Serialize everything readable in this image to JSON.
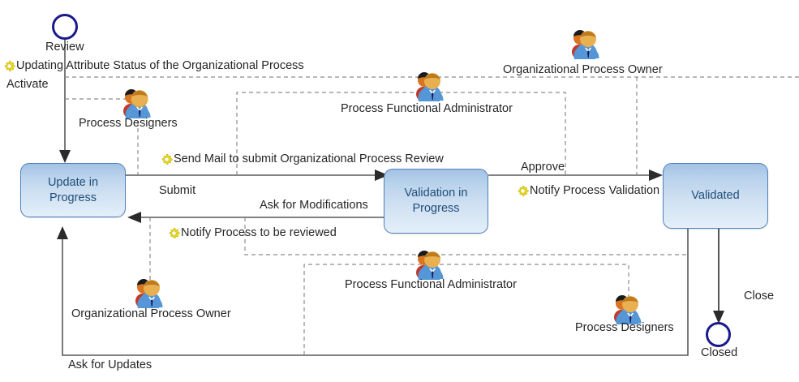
{
  "diagram": {
    "title": "Organizational Process Review State Diagram",
    "type": "uml-state-machine",
    "colors": {
      "state_fill_top": "#a3c2e4",
      "state_fill_bottom": "#e4eff9",
      "state_border": "#4f81bd",
      "state_text": "#1f4e79",
      "pseudostate_border": "#1a1a8c",
      "edge_line": "#595959",
      "dashed_line": "#808080",
      "gear": "#e8d81a",
      "label_text": "#262626"
    }
  },
  "states": [
    {
      "id": "update-in-progress",
      "label": "Update in\nProgress"
    },
    {
      "id": "validation-in-progress",
      "label": "Validation in\nProgress"
    },
    {
      "id": "validated",
      "label": "Validated"
    }
  ],
  "pseudostates": [
    {
      "id": "review",
      "label": "Review"
    },
    {
      "id": "closed",
      "label": "Closed"
    }
  ],
  "transitions": [
    {
      "id": "activate",
      "label": "Activate",
      "from": "review",
      "to": "update-in-progress"
    },
    {
      "id": "submit",
      "label": "Submit",
      "from": "update-in-progress",
      "to": "validation-in-progress"
    },
    {
      "id": "ask-for-modifications",
      "label": "Ask for Modifications",
      "from": "validation-in-progress",
      "to": "update-in-progress"
    },
    {
      "id": "approve",
      "label": "Approve",
      "from": "validation-in-progress",
      "to": "validated"
    },
    {
      "id": "close",
      "label": "Close",
      "from": "validated",
      "to": "closed"
    },
    {
      "id": "ask-for-updates",
      "label": "Ask for Updates",
      "from": "validated",
      "to": "update-in-progress"
    }
  ],
  "actions": [
    {
      "id": "updating-attribute-status",
      "label": "Updating Attribute Status of the Organizational Process",
      "icon": "gear-icon"
    },
    {
      "id": "send-mail-submit-review",
      "label": "Send Mail to submit Organizational Process Review",
      "icon": "gear-icon"
    },
    {
      "id": "notify-process-validation",
      "label": "Notify Process Validation",
      "icon": "gear-icon"
    },
    {
      "id": "notify-process-to-be-reviewed",
      "label": "Notify Process to be reviewed",
      "icon": "gear-icon"
    }
  ],
  "actors": [
    {
      "id": "process-designers-top",
      "label": "Process Designers",
      "icon": "users-icon"
    },
    {
      "id": "process-functional-administrator-top",
      "label": "Process Functional Administrator",
      "icon": "users-icon"
    },
    {
      "id": "organizational-process-owner-top",
      "label": "Organizational Process Owner",
      "icon": "users-icon"
    },
    {
      "id": "organizational-process-owner-bottom",
      "label": "Organizational Process Owner",
      "icon": "users-icon"
    },
    {
      "id": "process-functional-administrator-bottom",
      "label": "Process Functional Administrator",
      "icon": "users-icon"
    },
    {
      "id": "process-designers-bottom",
      "label": "Process Designers",
      "icon": "users-icon"
    }
  ]
}
